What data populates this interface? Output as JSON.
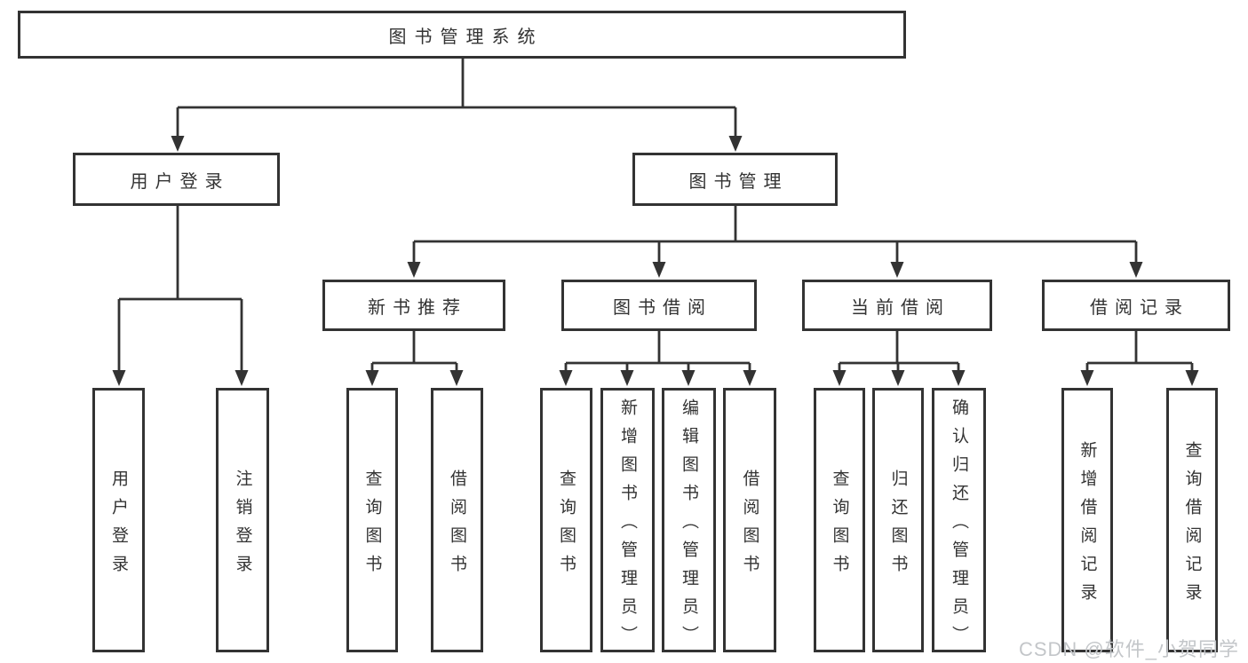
{
  "tree": {
    "root": {
      "label": "图书管理系统",
      "children": [
        {
          "label": "用户登录",
          "children": [
            {
              "label": "用户登录"
            },
            {
              "label": "注销登录"
            }
          ]
        },
        {
          "label": "图书管理",
          "children": [
            {
              "label": "新书推荐",
              "children": [
                {
                  "label": "查询图书"
                },
                {
                  "label": "借阅图书"
                }
              ]
            },
            {
              "label": "图书借阅",
              "children": [
                {
                  "label": "查询图书"
                },
                {
                  "label": "新增图书（管理员）"
                },
                {
                  "label": "编辑图书（管理员）"
                },
                {
                  "label": "借阅图书"
                }
              ]
            },
            {
              "label": "当前借阅",
              "children": [
                {
                  "label": "查询图书"
                },
                {
                  "label": "归还图书"
                },
                {
                  "label": "确认归还（管理员）"
                }
              ]
            },
            {
              "label": "借阅记录",
              "children": [
                {
                  "label": "新增借阅记录"
                },
                {
                  "label": "查询借阅记录"
                }
              ]
            }
          ]
        }
      ]
    }
  },
  "watermark": {
    "text": "CSDN @软件_小贺同学"
  },
  "colors": {
    "line": "#333333",
    "box_border": "#333333",
    "text": "#333333",
    "watermark": "#c3c6c9",
    "background": "#ffffff"
  }
}
